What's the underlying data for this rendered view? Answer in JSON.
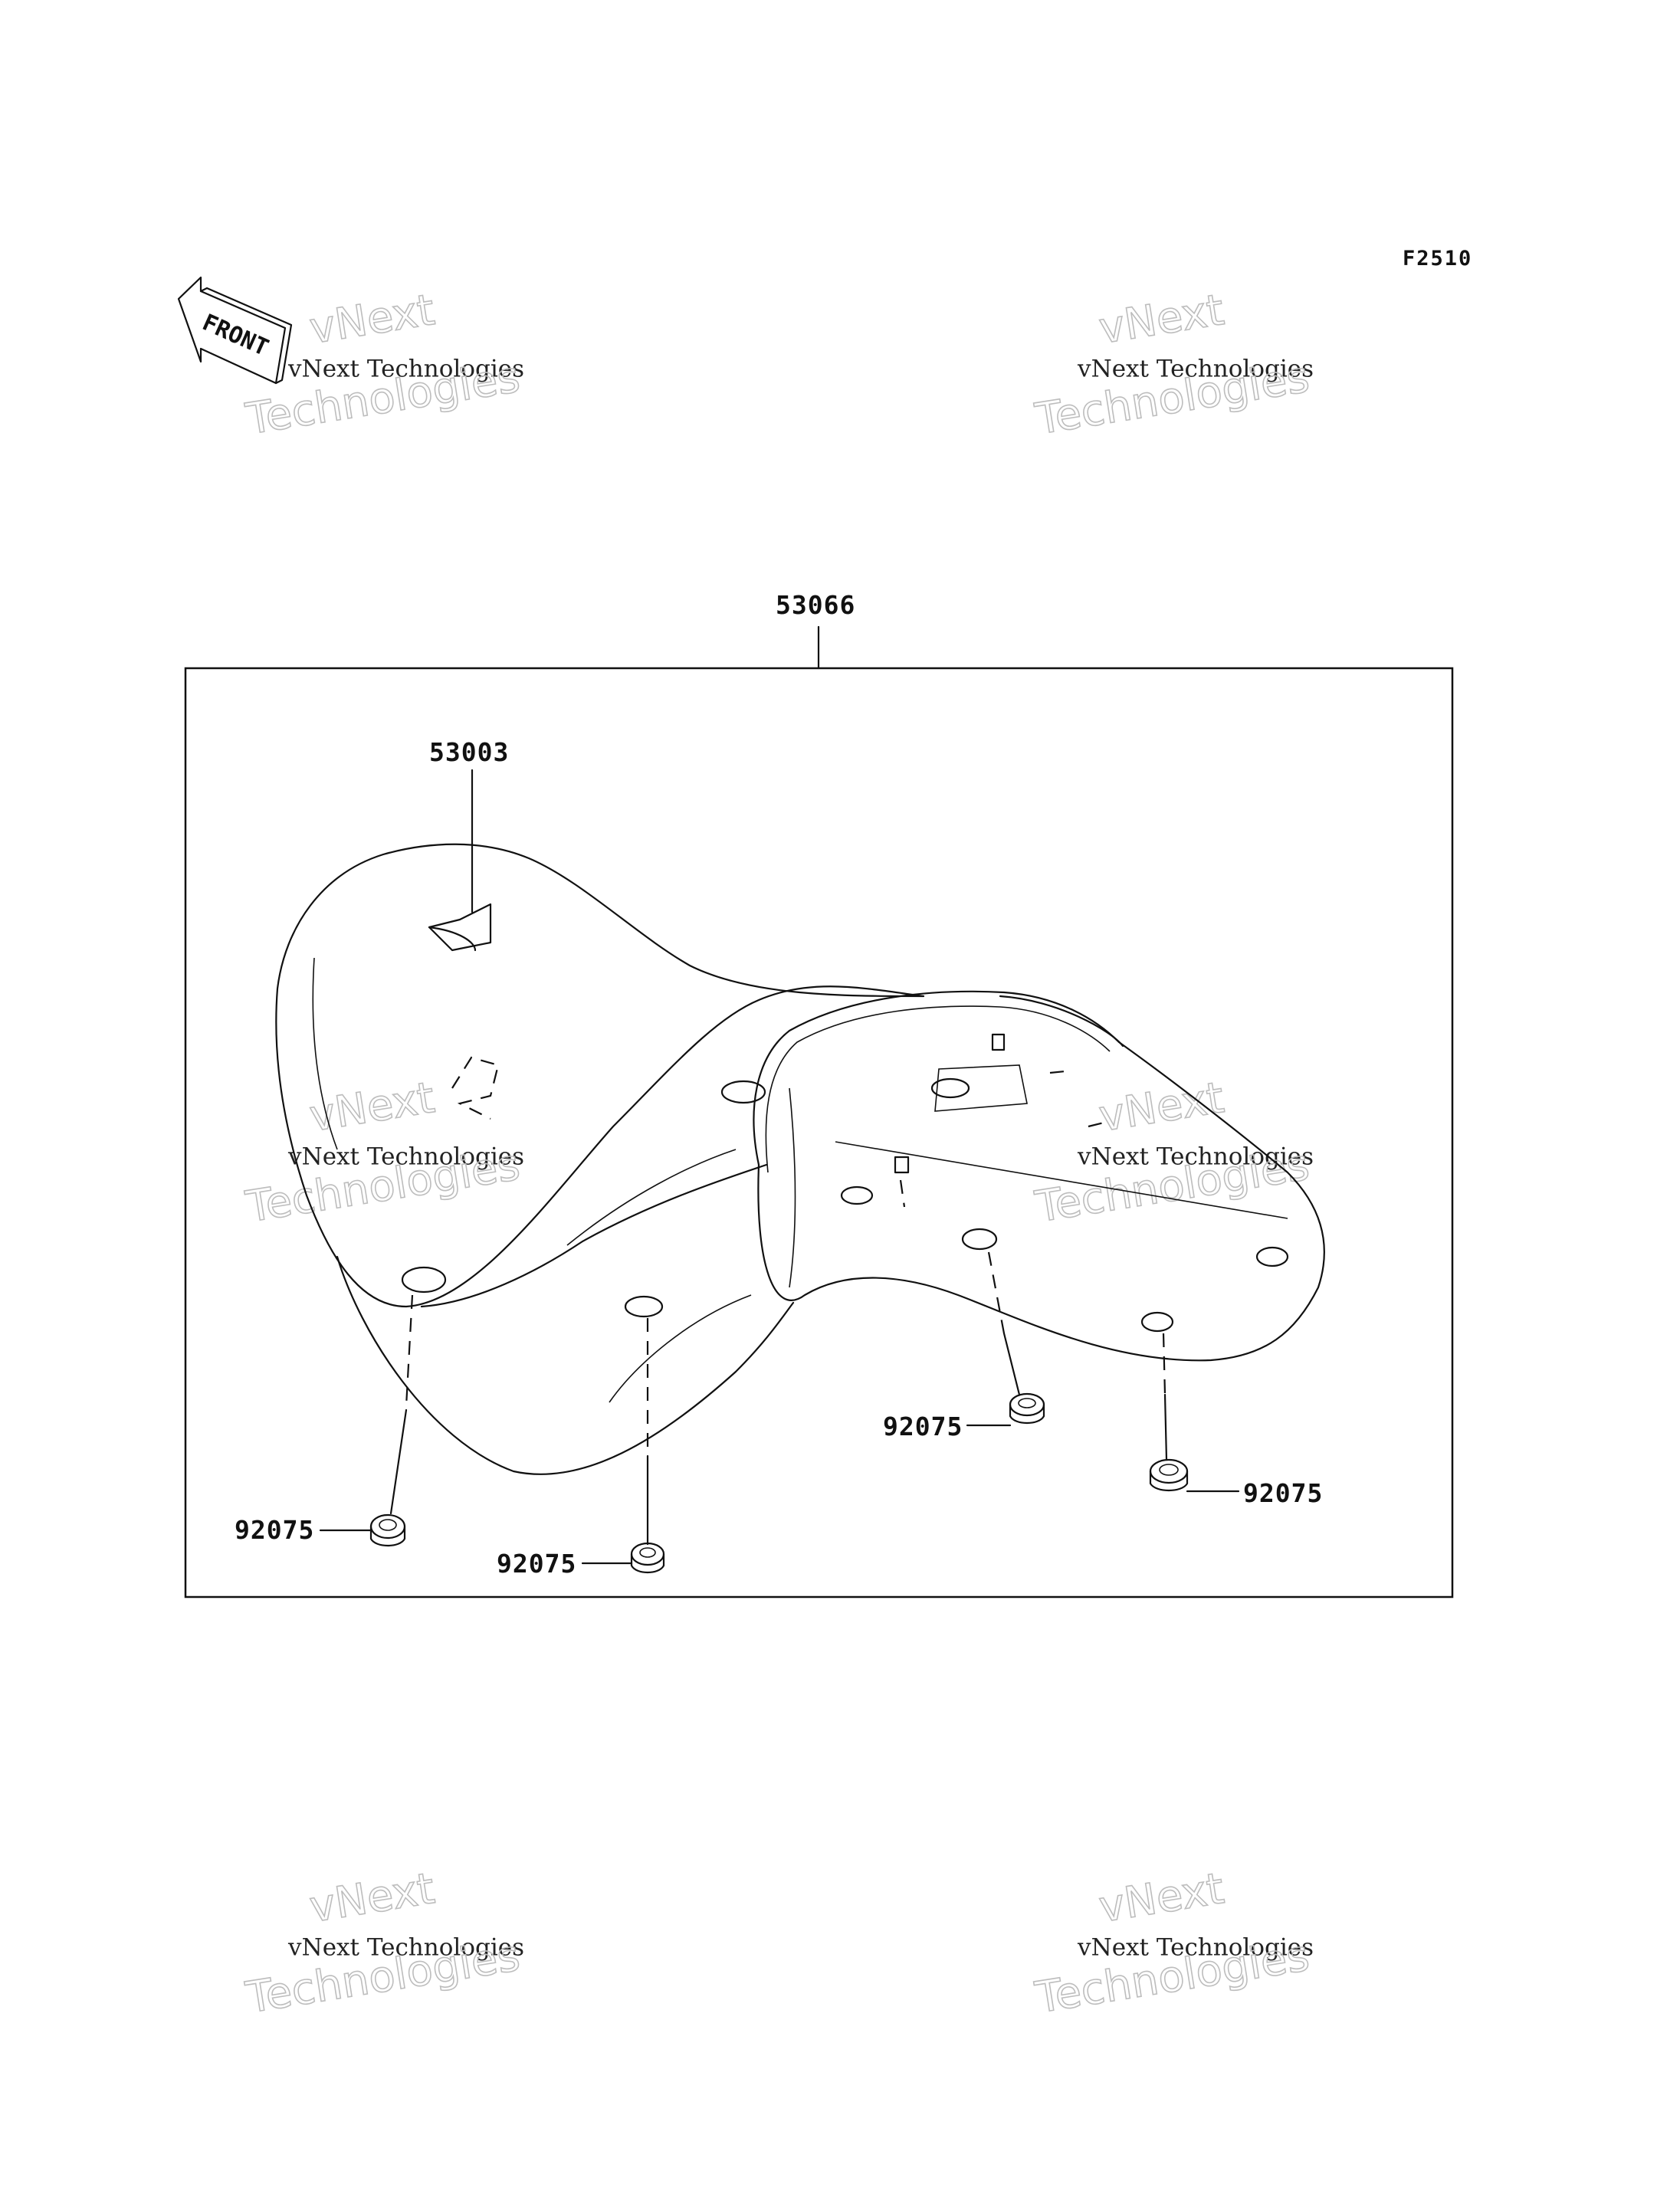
{
  "figure_code": "F2510",
  "front_arrow_label": "FRONT",
  "watermark": {
    "line": "vNext Technologies",
    "big_top": "vNext",
    "big_bottom": "Technologies"
  },
  "parts": {
    "seat_assembly": "53066",
    "pad": "53003",
    "damper_front_left": "92075",
    "damper_front_center": "92075",
    "damper_rear_center": "92075",
    "damper_rear_right": "92075"
  }
}
